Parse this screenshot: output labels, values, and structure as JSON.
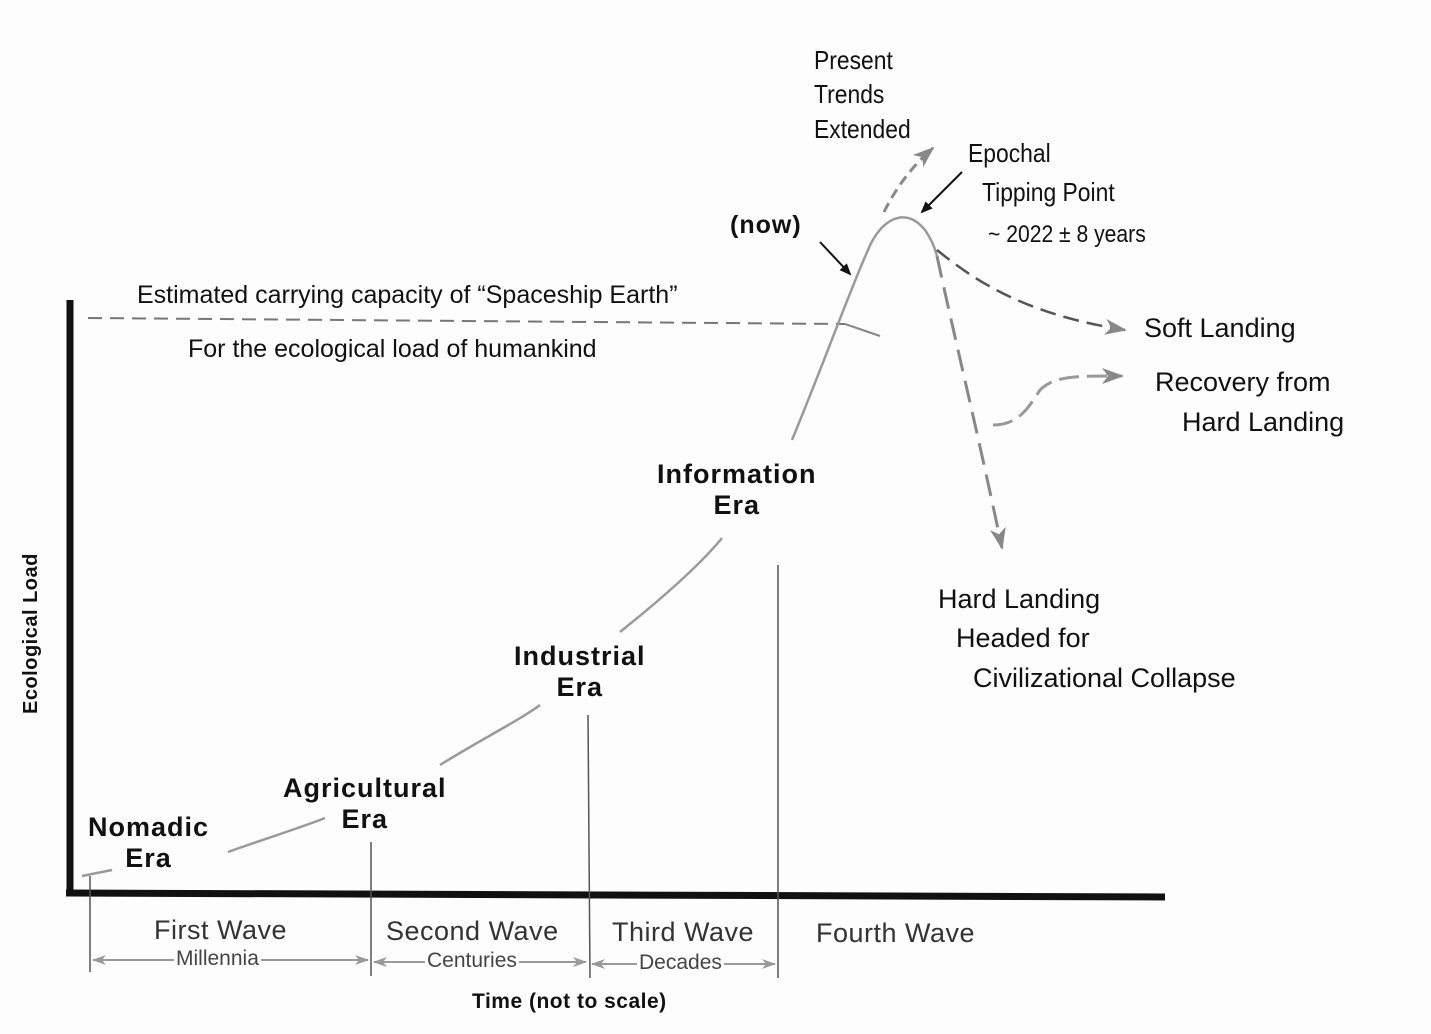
{
  "axes": {
    "ylabel": "Ecological Load",
    "xlabel": "Time (not to scale)"
  },
  "capacity": {
    "line1": "Estimated carrying capacity of “Spaceship Earth”",
    "line2": "For the ecological load of humankind"
  },
  "eras": [
    {
      "line1": "Nomadic",
      "line2": "Era"
    },
    {
      "line1": "Agricultural",
      "line2": "Era"
    },
    {
      "line1": "Industrial",
      "line2": "Era"
    },
    {
      "line1": "Information",
      "line2": "Era"
    }
  ],
  "waves": [
    {
      "name": "First Wave",
      "span": "Millennia"
    },
    {
      "name": "Second Wave",
      "span": "Centuries"
    },
    {
      "name": "Third Wave",
      "span": "Decades"
    },
    {
      "name": "Fourth Wave"
    }
  ],
  "annotations": {
    "now": "(now)",
    "present_trends": [
      "Present",
      "Trends",
      "Extended"
    ],
    "tipping_point": [
      "Epochal",
      "Tipping Point",
      "~ 2022 ± 8 years"
    ]
  },
  "outcomes": {
    "soft_landing": "Soft Landing",
    "recovery": [
      "Recovery from",
      "Hard Landing"
    ],
    "hard_landing": [
      "Hard Landing",
      "Headed for",
      "Civilizational Collapse"
    ]
  },
  "colors": {
    "axis": "#111111",
    "curve": "#9a9a9a",
    "dashed": "#666666"
  }
}
